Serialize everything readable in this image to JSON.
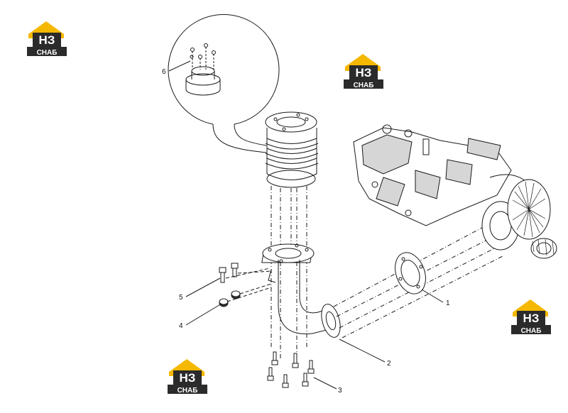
{
  "logo": {
    "top_text": "НЗ",
    "bottom_text": "СНАБ",
    "colors": {
      "roof": "#f5b800",
      "body": "#2b2b2b",
      "text": "#ffffff"
    }
  },
  "callouts": [
    {
      "id": "1",
      "part": "flange gasket"
    },
    {
      "id": "2",
      "part": "exhaust elbow pipe"
    },
    {
      "id": "3",
      "part": "bolt"
    },
    {
      "id": "4",
      "part": "nut"
    },
    {
      "id": "5",
      "part": "bolt"
    },
    {
      "id": "6",
      "part": "bellows mounting nut"
    }
  ],
  "colors": {
    "line": "#1a1a1a",
    "shade": "#d6d6d6",
    "paper": "#ffffff"
  }
}
